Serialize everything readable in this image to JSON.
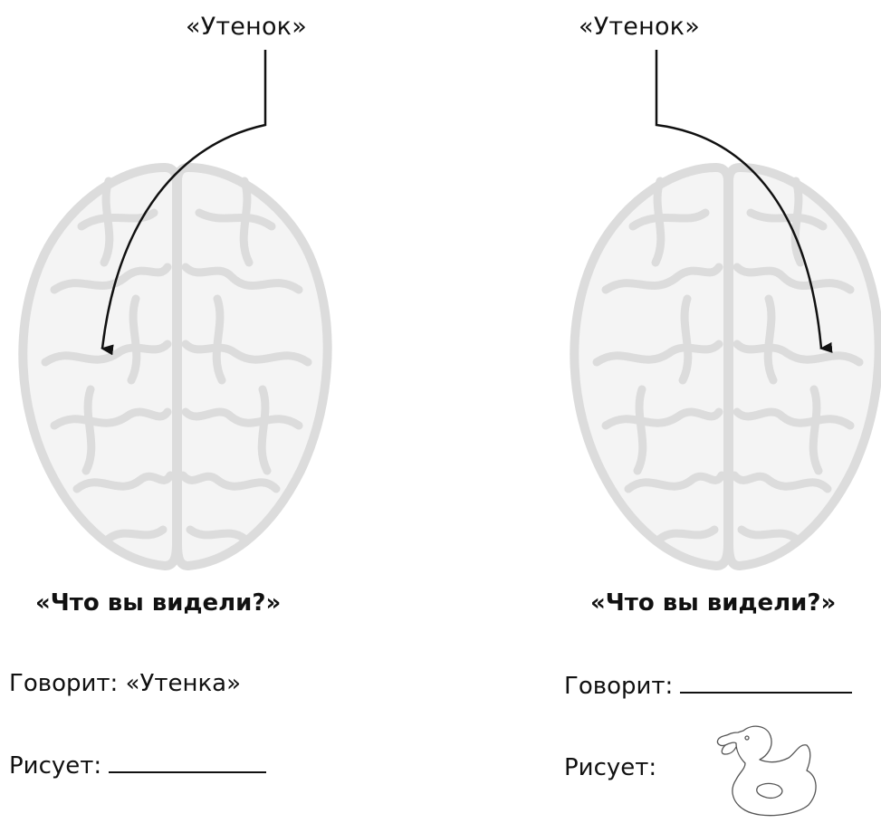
{
  "left": {
    "stimulus_word": "«Утенок»",
    "question": "«Что вы видели?»",
    "says": "Говорит: «Утенка»",
    "draws": "Рисует:"
  },
  "right": {
    "stimulus_word": "«Утенок»",
    "question": "«Что вы видели?»",
    "says": "Говорит:",
    "draws": "Рисует:"
  },
  "colors": {
    "brain": "#dcdcdc",
    "ink": "#111111"
  }
}
